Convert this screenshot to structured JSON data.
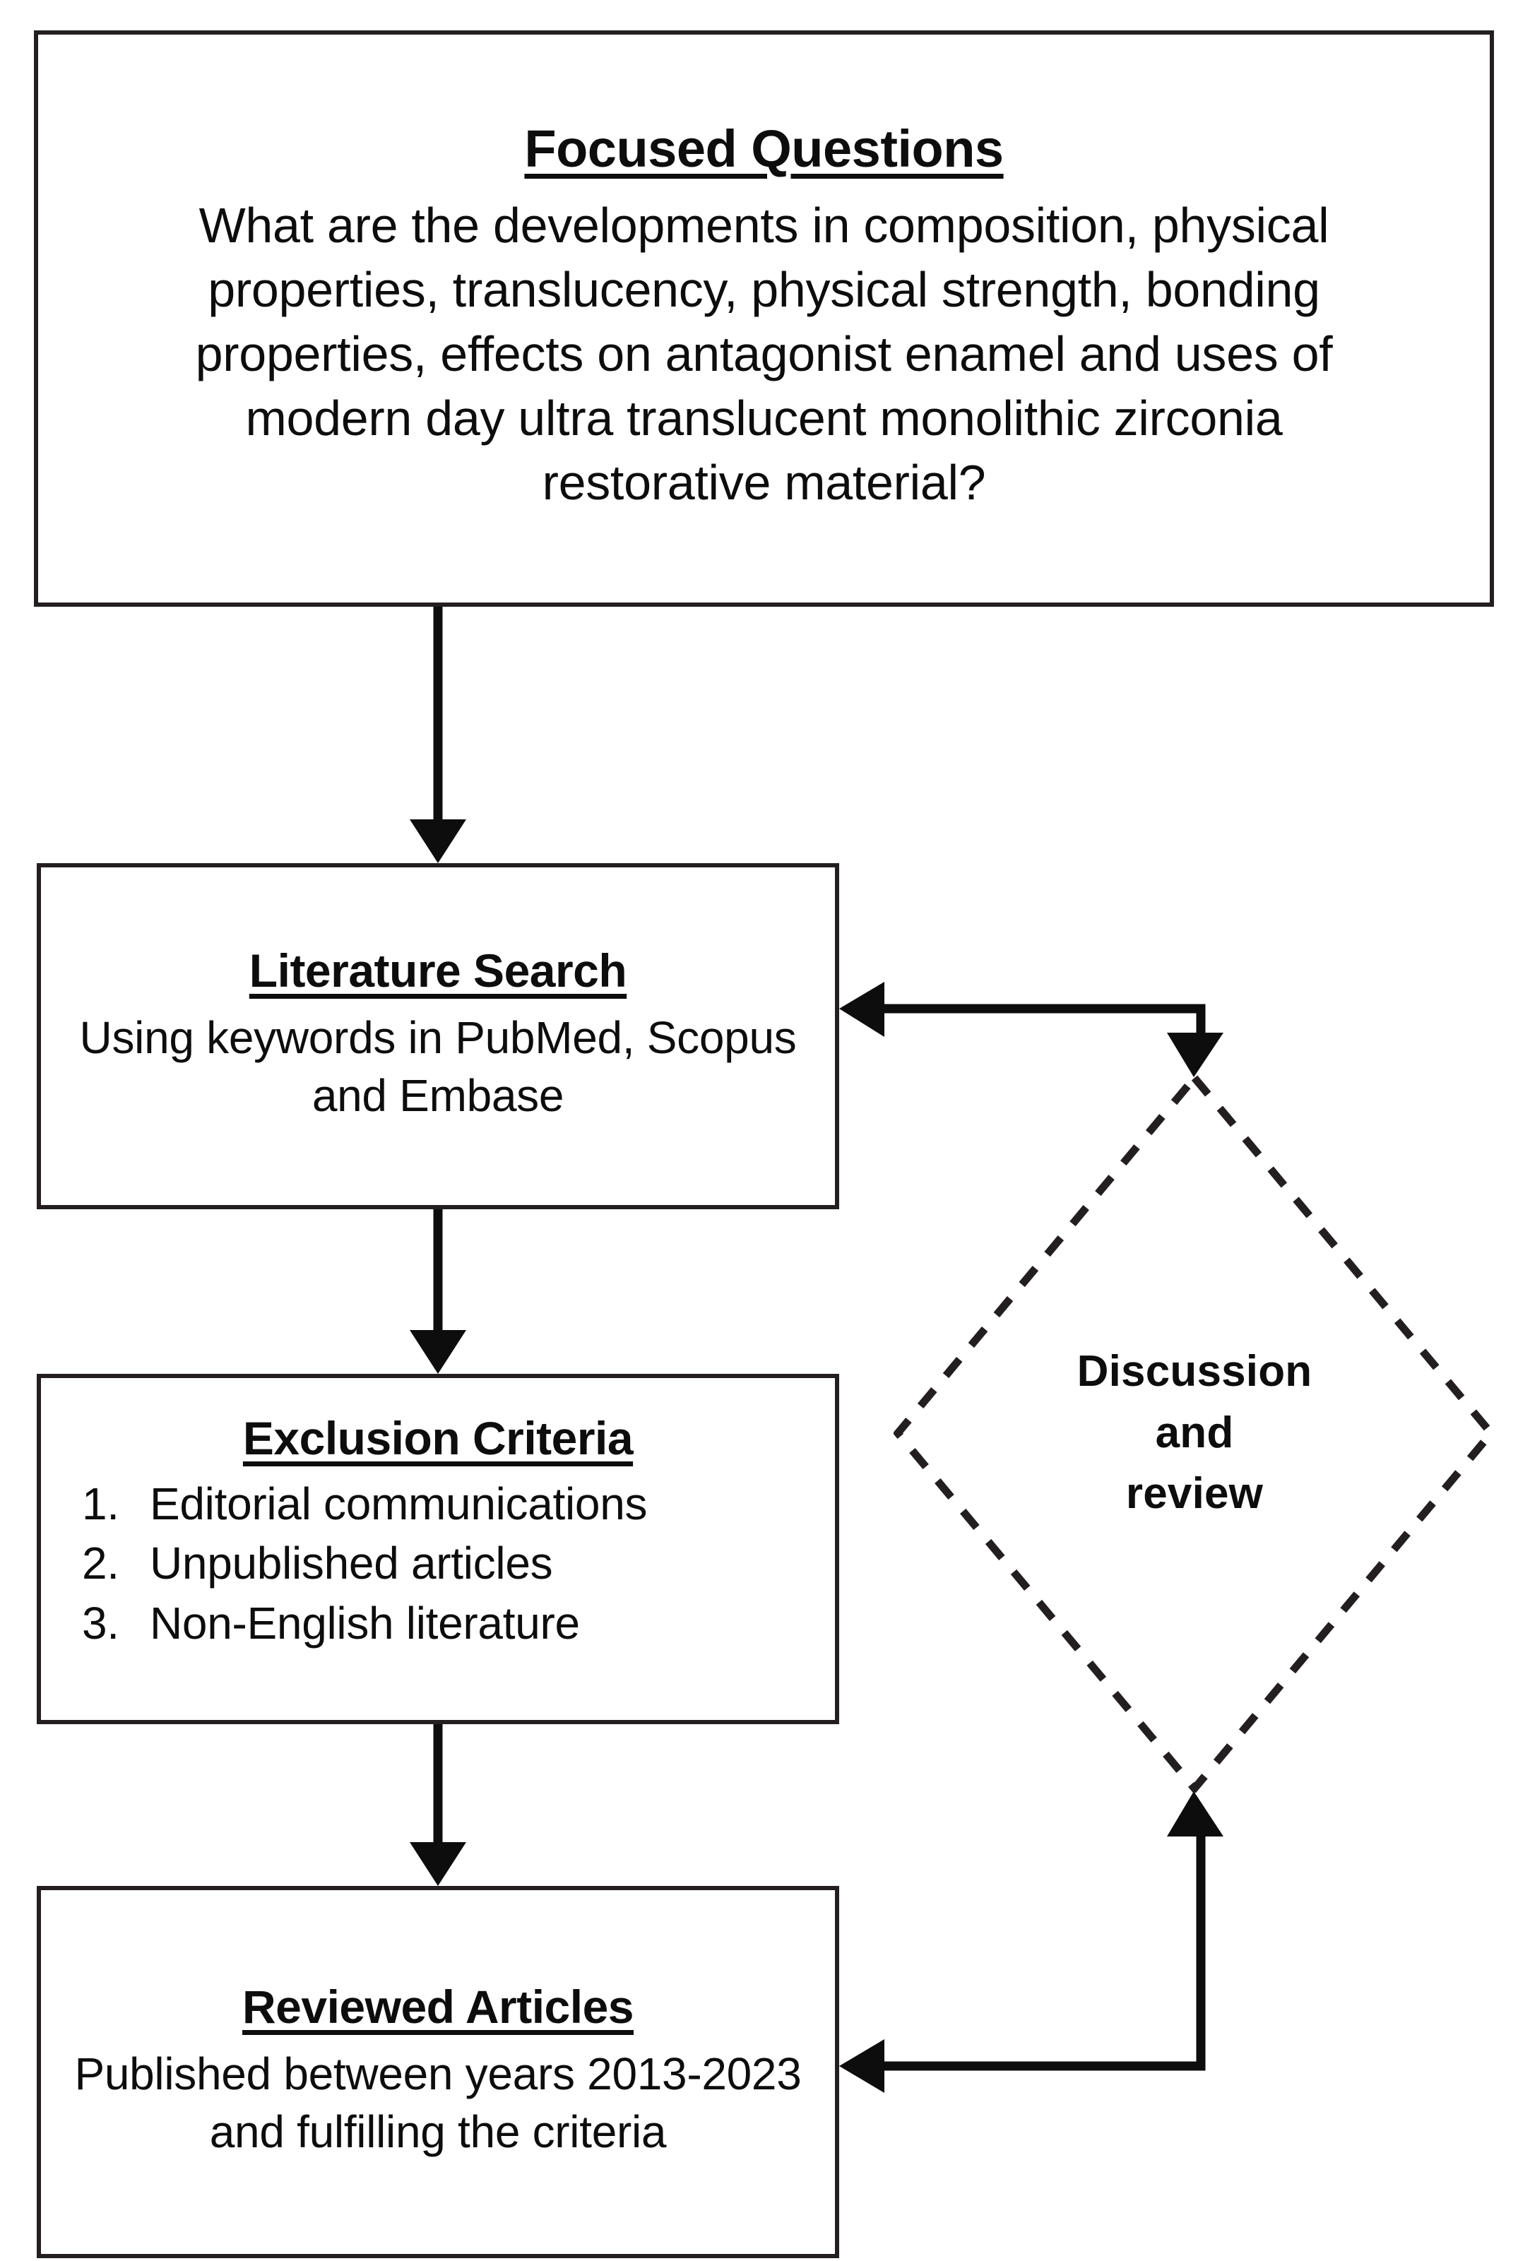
{
  "diagram": {
    "type": "flowchart",
    "title": "Literature review methodology flowchart",
    "colors": {
      "stroke": "#231f20",
      "text": "#0d0d0d",
      "background": "#ffffff"
    },
    "nodes": [
      {
        "id": "focused-questions",
        "shape": "rectangle",
        "title": "Focused Questions",
        "body": "What are the developments in composition, physical properties, translucency, physical strength, bonding properties, effects on antagonist enamel and uses of modern day ultra translucent monolithic zirconia restorative material?"
      },
      {
        "id": "literature-search",
        "shape": "rectangle",
        "title": "Literature Search",
        "body": "Using keywords in PubMed, Scopus and Embase"
      },
      {
        "id": "exclusion-criteria",
        "shape": "rectangle",
        "title": "Exclusion Criteria",
        "items": [
          {
            "number": "1.",
            "text": "Editorial communications"
          },
          {
            "number": "2.",
            "text": "Unpublished articles"
          },
          {
            "number": "3.",
            "text": "Non-English literature"
          }
        ]
      },
      {
        "id": "reviewed-articles",
        "shape": "rectangle",
        "title": "Reviewed Articles",
        "body": "Published between years 2013-2023 and fulfilling the criteria"
      },
      {
        "id": "discussion-and-review",
        "shape": "diamond",
        "border": "dashed",
        "line1": "Discussion",
        "line2": "and",
        "line3": "review"
      }
    ],
    "edges": [
      {
        "id": "edge-questions-to-search",
        "from": "focused-questions",
        "to": "literature-search",
        "style": "solid",
        "direction": "down"
      },
      {
        "id": "edge-search-to-exclusion",
        "from": "literature-search",
        "to": "exclusion-criteria",
        "style": "solid",
        "direction": "down"
      },
      {
        "id": "edge-exclusion-to-reviewed",
        "from": "exclusion-criteria",
        "to": "reviewed-articles",
        "style": "solid",
        "direction": "down"
      },
      {
        "id": "edge-discussion-to-search",
        "from": "discussion-and-review",
        "to": "literature-search",
        "style": "solid",
        "direction": "left"
      },
      {
        "id": "edge-search-to-discussion",
        "from": "literature-search",
        "to": "discussion-and-review",
        "style": "solid",
        "direction": "down"
      },
      {
        "id": "edge-discussion-to-reviewed",
        "from": "discussion-and-review",
        "to": "reviewed-articles",
        "style": "solid",
        "direction": "left"
      },
      {
        "id": "edge-reviewed-to-discussion",
        "from": "reviewed-articles",
        "to": "discussion-and-review",
        "style": "solid",
        "direction": "up"
      }
    ]
  }
}
